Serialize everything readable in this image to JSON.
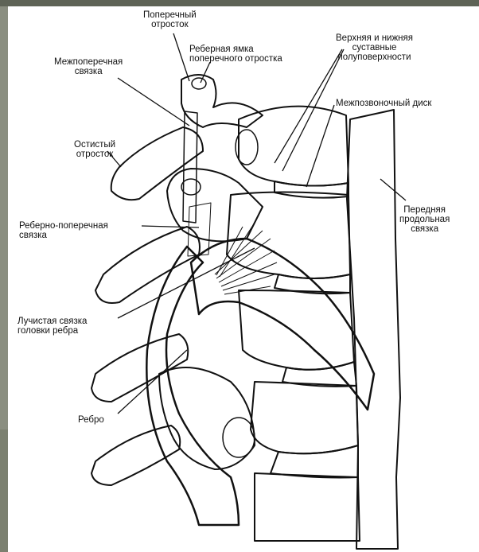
{
  "labels": {
    "transverse_process": "Поперечный\nотросток",
    "intertransverse_ligament": "Межпоперечная\nсвязка",
    "costal_facet": "Реберная ямка\nпоперечного отростка",
    "articular_semifacets": "Верхняя и нижняя\nсуставные\nполуповерхности",
    "intervertebral_disc": "Межпозвоночный диск",
    "spinous_process": "Остистый\nотросток",
    "costotransverse_ligament": "Реберно-поперечная\nсвязка",
    "anterior_longitudinal_ligament": "Передняя\nпродольная\nсвязка",
    "radiate_ligament": "Лучистая связка\nголовки ребра",
    "rib": "Ребро"
  },
  "colors": {
    "ink": "#111111",
    "paper": "#ffffff",
    "frame": "#8a8e80"
  }
}
